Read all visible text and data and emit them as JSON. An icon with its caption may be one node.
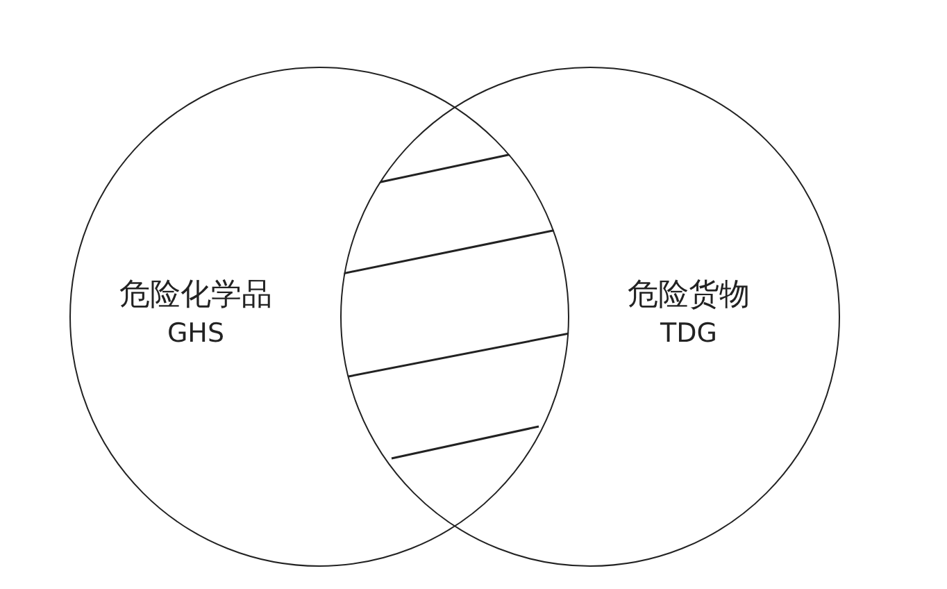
{
  "diagram": {
    "nodes": [
      {
        "text": [
          "危险化学品",
          "GHS"
        ]
      },
      {
        "text": [
          "危险货物",
          "TDG"
        ]
      }
    ]
  }
}
